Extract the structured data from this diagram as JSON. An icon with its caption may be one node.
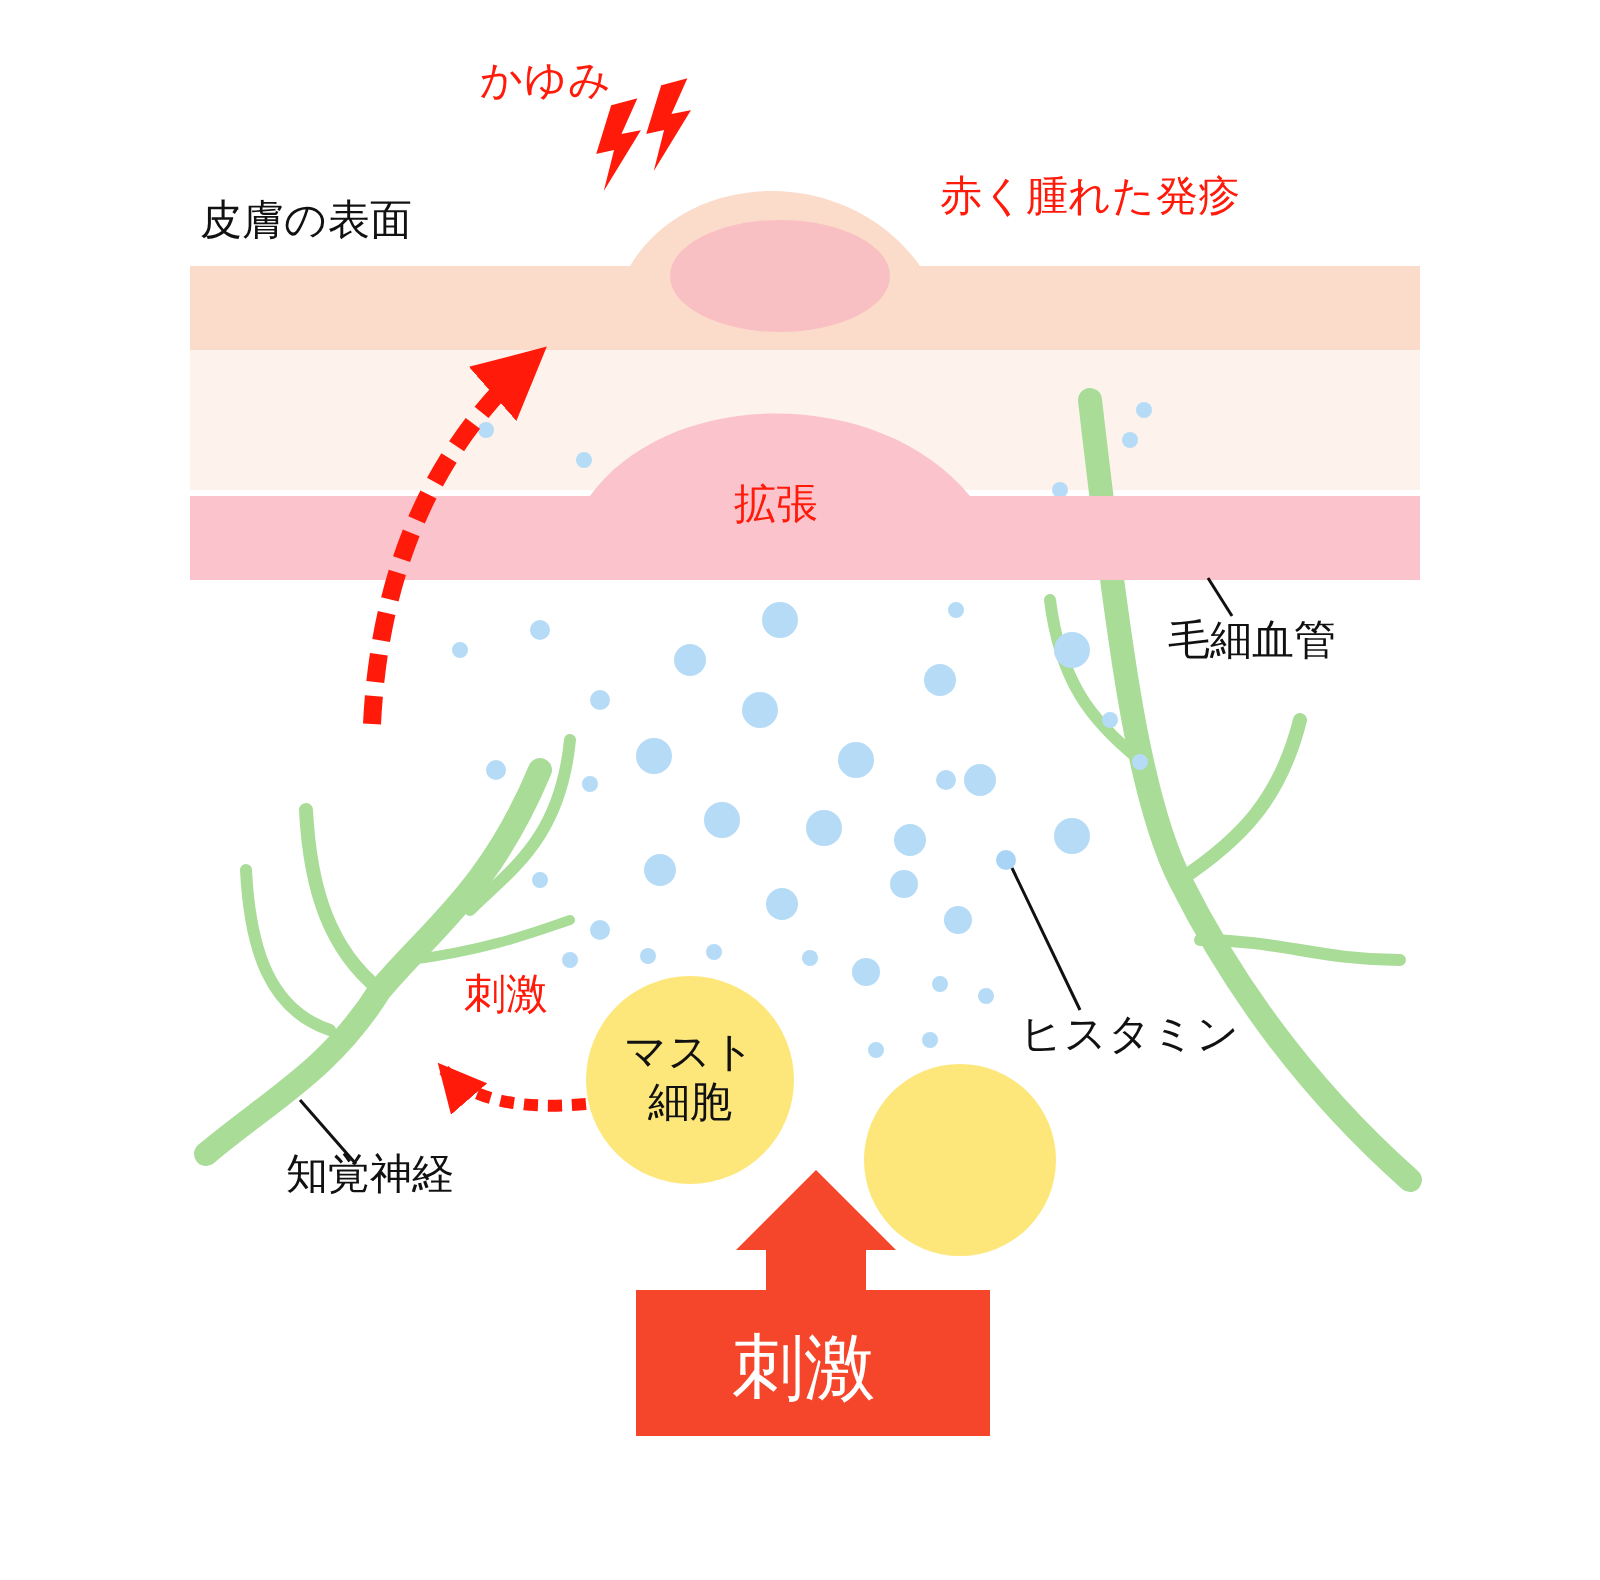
{
  "diagram": {
    "nodes": [
      {
        "text": [
          "皮膚の表面"
        ]
      },
      {
        "text": [
          "拡張"
        ]
      },
      {
        "text": [
          "毛細血管"
        ]
      },
      {
        "text": [
          "ヒスタミン"
        ]
      },
      {
        "text": [],
        "shape": "circle"
      },
      {
        "text": [
          "知覚神経"
        ]
      },
      {
        "text": [],
        "shape": "picture"
      },
      {
        "text": [
          "マスト細胞"
        ]
      },
      {
        "text": [],
        "shape": "circle"
      },
      {
        "text": [
          "刺激"
        ]
      }
    ],
    "edges": [
      {
        "from": 2,
        "to": 1,
        "arrow": "none"
      },
      {
        "from": 3,
        "to": 4,
        "arrow": "none"
      },
      {
        "from": 5,
        "to": 6,
        "arrow": "none"
      },
      {
        "from": 7,
        "to": 6,
        "arrow": "to",
        "label": "刺激",
        "style": "dashed",
        "color": "#ff1a0a"
      },
      {
        "from": 6,
        "to": 0,
        "arrow": "to",
        "style": "dashed",
        "color": "#ff1a0a"
      }
    ],
    "labels": [
      "かゆみ",
      "赤く腫れた発疹"
    ]
  }
}
